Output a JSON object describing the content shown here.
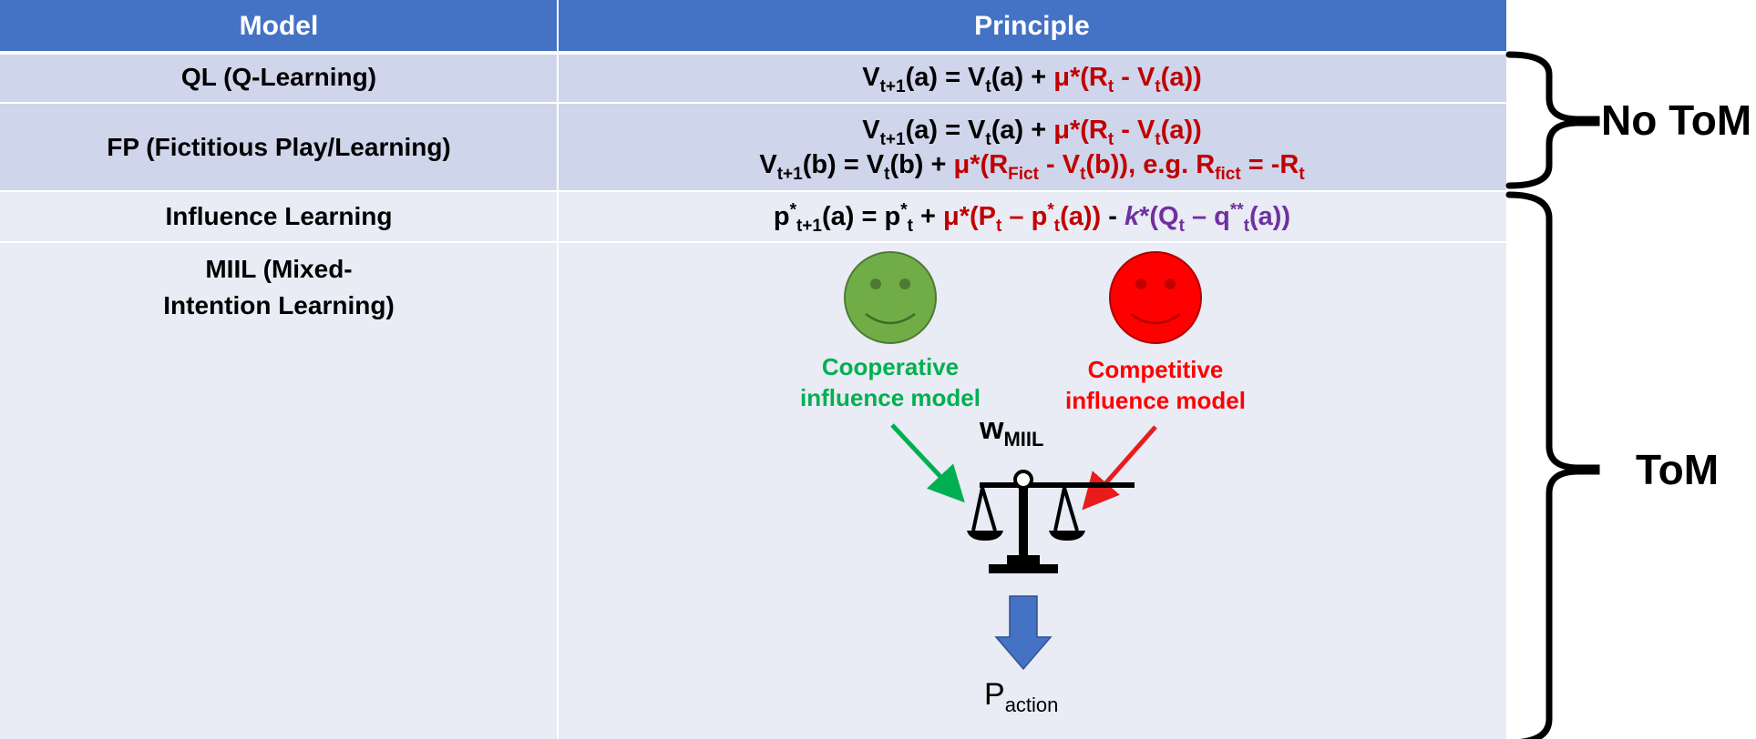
{
  "table": {
    "headers": {
      "model": "Model",
      "principle": "Principle"
    },
    "rows": {
      "ql": {
        "model": "QL (Q-Learning)"
      },
      "fp": {
        "model": "FP (Fictitious Play/Learning)"
      },
      "il": {
        "model": "Influence Learning"
      },
      "miil": {
        "model_line1": "MIIL (Mixed-",
        "model_line2": "Intention Learning)"
      }
    }
  },
  "diagram": {
    "cooperative_label_line1": "Cooperative",
    "cooperative_label_line2": "influence model",
    "competitive_label_line1": "Competitive",
    "competitive_label_line2": "influence model",
    "weight_symbol": "w",
    "weight_subscript": "MIIL",
    "output_symbol": "P",
    "output_subscript": "action",
    "colors": {
      "cooperative_face": "#70AD47",
      "competitive_face": "#FF0000",
      "cooperative_text": "#00B050",
      "competitive_text": "#FF0000",
      "output_arrow": "#4472C4"
    },
    "icons": [
      "smiley-face-icon",
      "balance-scale-icon",
      "down-arrow-icon"
    ]
  },
  "brackets": {
    "no_tom": "No ToM",
    "tom": "ToM"
  },
  "colors": {
    "header": "#4472C4",
    "row_dark": "#CFD5EA",
    "row_light": "#E9EBF5",
    "learning_term": "#C00000",
    "influence_term": "#7030A0"
  }
}
